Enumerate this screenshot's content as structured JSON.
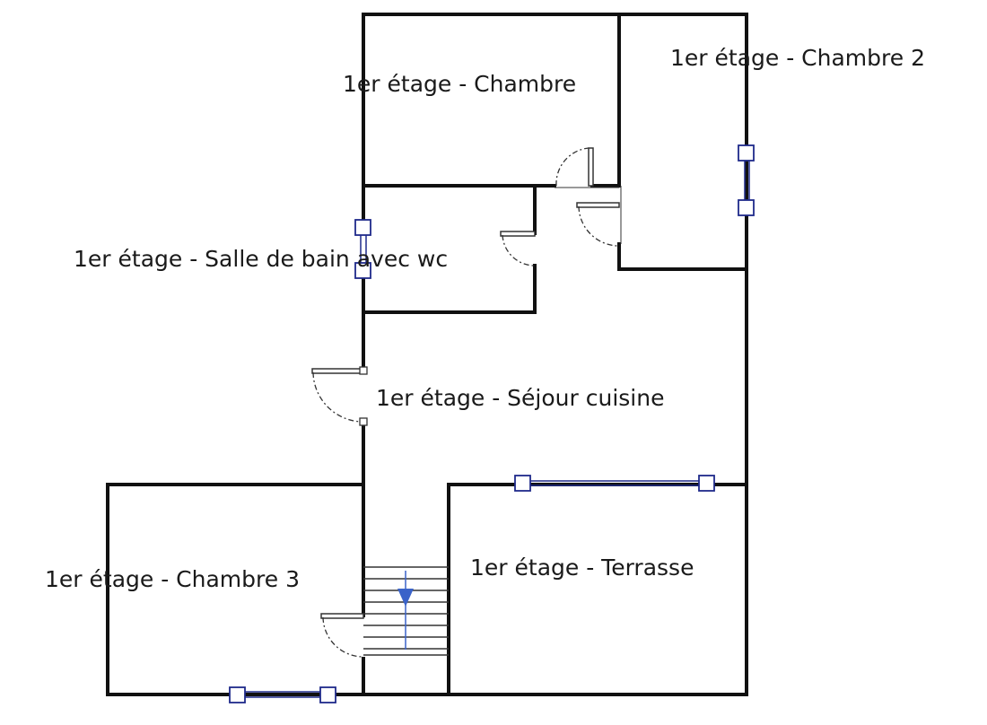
{
  "rooms": {
    "chambre": "1er étage - Chambre",
    "chambre2": "1er étage - Chambre 2",
    "salle_de_bain": "1er étage - Salle de bain avec wc",
    "sejour_cuisine": "1er étage - Séjour cuisine",
    "chambre3": "1er étage - Chambre 3",
    "terrasse": "1er étage - Terrasse"
  },
  "colors": {
    "wall": "#111111",
    "window": "#1f2a8a",
    "stair_arrow": "#3a63c9",
    "door": "#333333"
  }
}
